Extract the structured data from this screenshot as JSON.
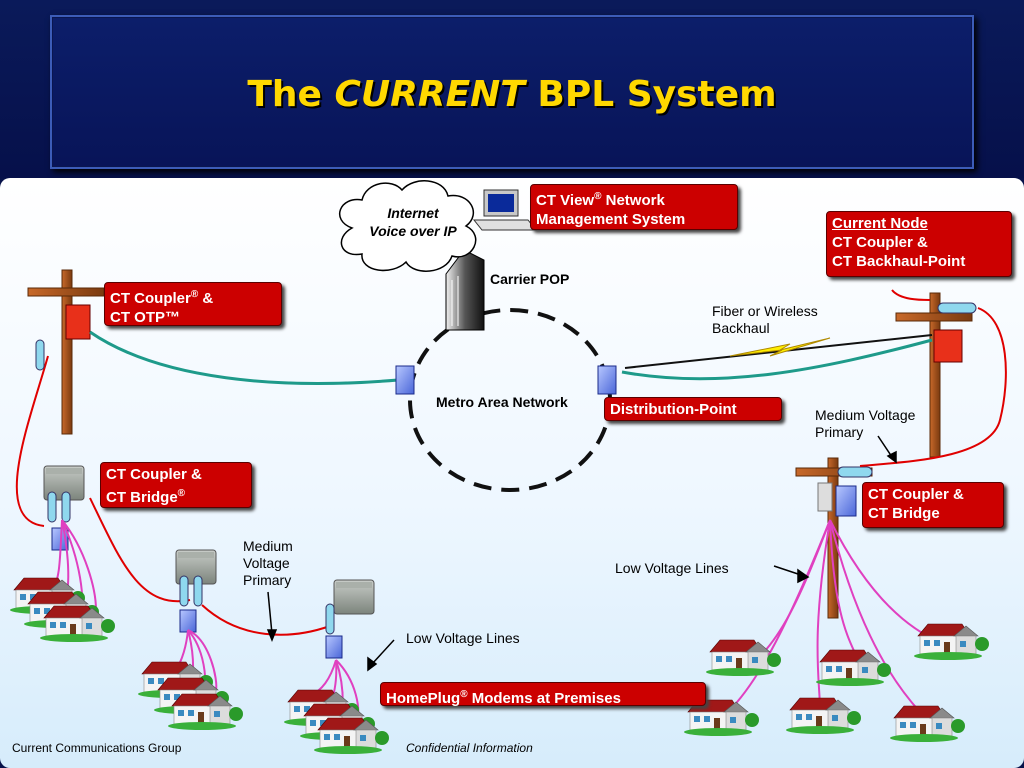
{
  "title": {
    "pre": "The ",
    "em": "CURRENT",
    "post": " BPL System"
  },
  "boxes": {
    "ct_view_main": "CT View",
    "ct_view_reg": "®",
    "ct_view_post": " Network",
    "ct_view_line2": "Management System",
    "current_node_line1": "Current Node",
    "current_node_line2": "CT Coupler &",
    "current_node_line3": "CT Backhaul-Point",
    "ct_coupler_otp_line1": "CT Coupler",
    "ct_coupler_otp_reg": "®",
    "ct_coupler_otp_amp": " &",
    "ct_coupler_otp_line2": "CT OTP™",
    "distribution_point": "Distribution-Point",
    "ct_coupler_bridge_left_line1": "CT Coupler &",
    "ct_coupler_bridge_left_line2": "CT Bridge",
    "ct_coupler_bridge_left_reg": "®",
    "ct_coupler_bridge_right_line1": "CT Coupler &",
    "ct_coupler_bridge_right_line2": "CT Bridge",
    "homeplug_main": "HomePlug",
    "homeplug_reg": "®",
    "homeplug_post": "  Modems at Premises"
  },
  "labels": {
    "cloud_line1": "Internet",
    "cloud_line2": "Voice over IP",
    "carrier_pop": "Carrier POP",
    "fiber_line1": "Fiber or Wireless",
    "fiber_line2": "Backhaul",
    "metro_area_network": "Metro Area Network",
    "mv_primary_right_line1": "Medium Voltage",
    "mv_primary_right_line2": "Primary",
    "mv_primary_left_line1": "Medium",
    "mv_primary_left_line2": "Voltage",
    "mv_primary_left_line3": "Primary",
    "low_voltage_right": "Low Voltage Lines",
    "low_voltage_bottom": "Low Voltage Lines"
  },
  "footer": {
    "left": "Current Communications Group",
    "center": "Confidential Information"
  },
  "colors": {
    "title": "#ffd800",
    "red_box": "#cc0000",
    "fiber": "#1e9a8a",
    "mv_line": "#e00000",
    "lv_line": "#e040c0",
    "pole": "#a0521e",
    "node_blue": "#6f8ff0",
    "house_roof": "#a01818"
  }
}
